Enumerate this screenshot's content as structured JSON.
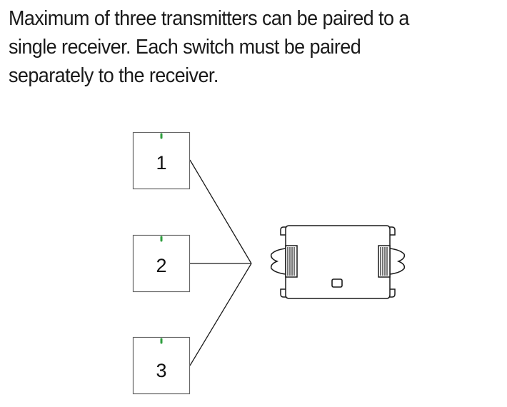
{
  "caption": {
    "lines": [
      "Maximum of three transmitters can be paired to a",
      "single receiver. Each switch must be paired",
      "separately to the receiver."
    ]
  },
  "diagram": {
    "transmitters": [
      {
        "label": "1",
        "indicator_color": "#2e9e3e"
      },
      {
        "label": "2",
        "indicator_color": "#2e9e3e"
      },
      {
        "label": "3",
        "indicator_color": "#2e9e3e"
      }
    ],
    "receiver": {
      "icon": "receiver-module-icon",
      "terminal_icon": "terminal-block-icon",
      "button_icon": "pairing-button-icon"
    }
  }
}
